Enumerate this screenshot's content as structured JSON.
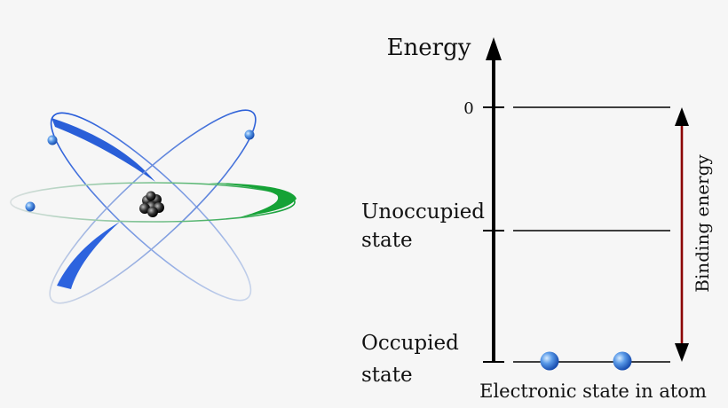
{
  "diagram": {
    "axis_label": "Energy",
    "zero_tick_label": "0",
    "unoccupied_label_line1": "Unoccupied",
    "unoccupied_label_line2": "state",
    "occupied_label_line1": "Occupied",
    "occupied_label_line2": "state",
    "binding_energy_label": "Binding energy",
    "x_caption": "Electronic state in atom"
  },
  "colors": {
    "background": "#f6f6f6",
    "axis": "#000000",
    "binding_arrow": "#8b0000",
    "orbit_blue": "#2f5fd6",
    "orbit_green": "#1fa33a",
    "electron_blue": "#3c7fe0",
    "nucleus": "#333333"
  }
}
